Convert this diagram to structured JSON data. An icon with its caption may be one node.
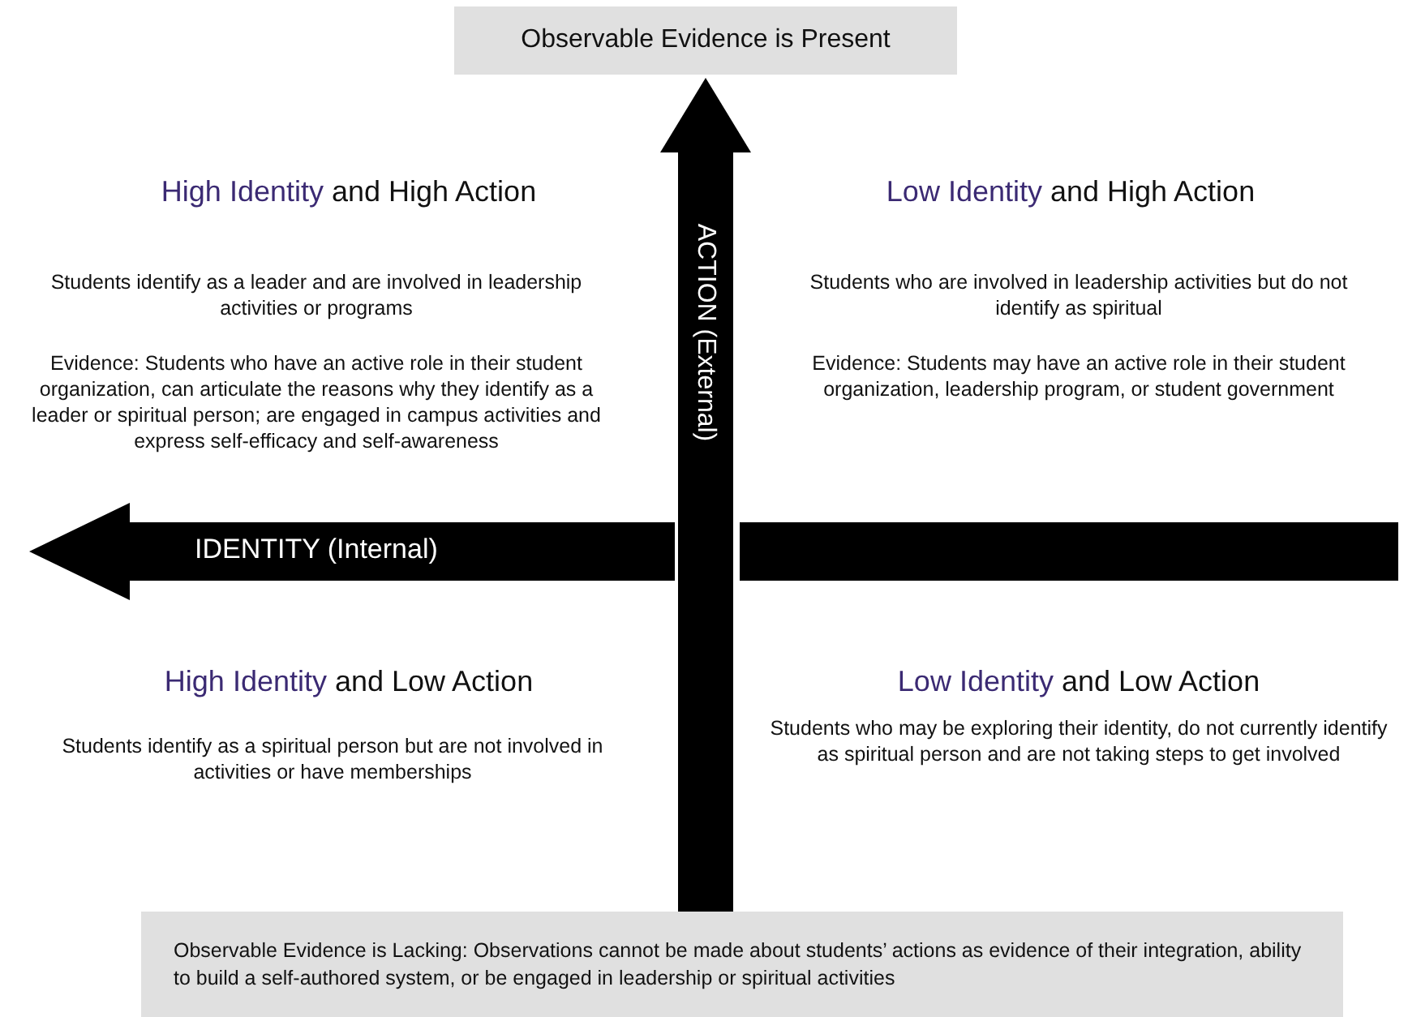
{
  "diagram": {
    "nodes": [
      {
        "text": [
          "Observable Evidence is Present"
        ]
      },
      {
        "text": [
          "Observable Evidence is Lacking: Observations cannot be made about students’ actions as evidence of their integration, ability to build a self-authored system, or be engaged in leadership or spiritual activities"
        ]
      }
    ],
    "edges": [
      {
        "from": 1,
        "to": 0,
        "arrow": "to",
        "label": "ACTION (External)"
      }
    ],
    "labels": [
      "*High Identity* and High Action",
      "Students identify as a leader and are involved in leadership activities or programs",
      "Evidence: Students who have an active role in their student organization, can articulate the reasons why they identify as a leader or spiritual person; are engaged in campus activities and express self-efficacy and self-awareness",
      "*Low Identity* and High Action",
      "Students who are involved in leadership activities but do not identify as spiritual",
      "Evidence: Students may have an active role in their student organization, leadership program, or student government",
      "IDENTITY (Internal)",
      "*High Identity* and Low Action",
      "Students identify as a spiritual person but are not involved in activities or have memberships",
      "*Low Identity* and Low Action",
      "Students who may be exploring their identity, do not currently identify as spiritual person and are not taking steps to get involved"
    ]
  }
}
